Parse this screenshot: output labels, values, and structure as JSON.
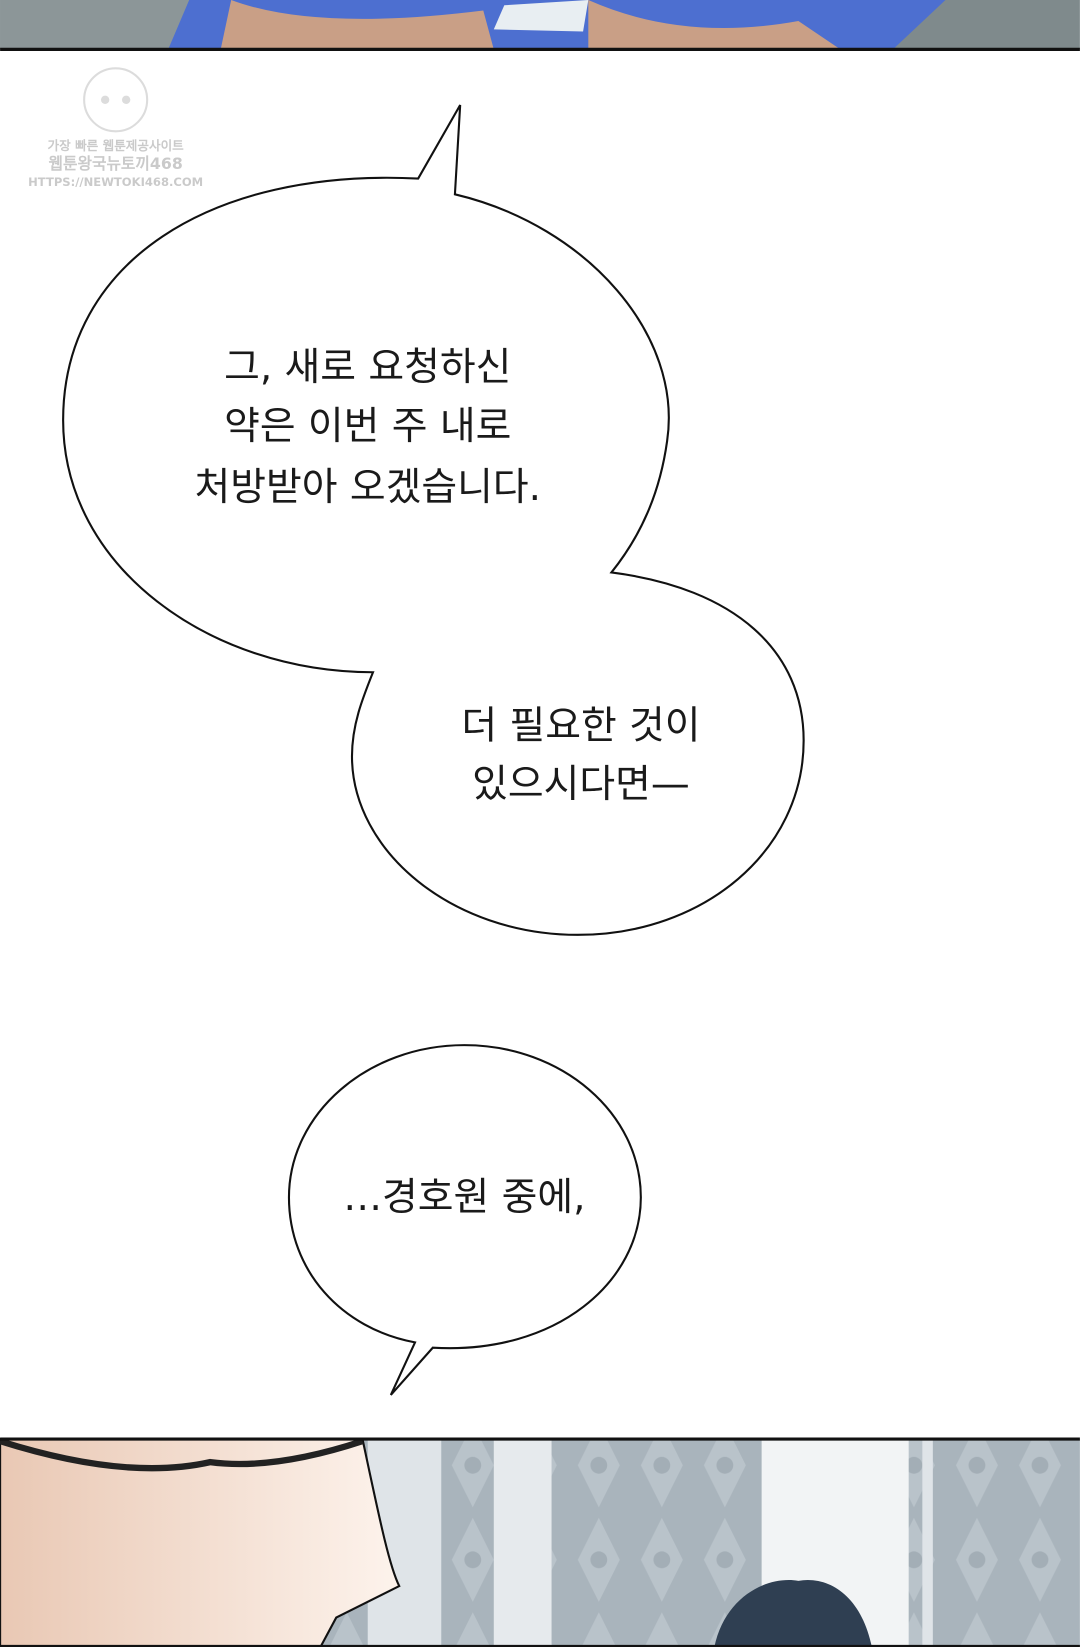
{
  "watermark": {
    "line1": "가장 빠른 웹툰제공사이트",
    "line2": "웹툰왕국뉴토끼468",
    "line3": "HTTPS://NEWTOKI468.COM"
  },
  "bubbles": [
    {
      "lines": [
        "그, 새로 요청하신",
        "약은 이번 주 내로",
        "처방받아 오겠습니다."
      ]
    },
    {
      "lines": [
        "더 필요한 것이",
        "있으시다면—"
      ]
    },
    {
      "lines": [
        "…경호원 중에,"
      ]
    }
  ]
}
